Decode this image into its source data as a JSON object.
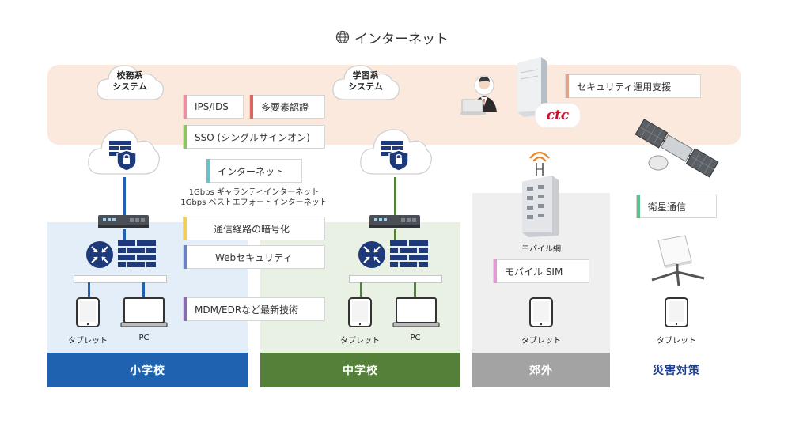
{
  "header": {
    "title": "インターネット",
    "icon": "globe-icon"
  },
  "colors": {
    "band": "#fbe9de",
    "elementary": "#1f63b0",
    "junior_high": "#55803a",
    "suburb": "#a3a3a3",
    "disaster_text": "#1e3c8c",
    "elementary_bg": "#e4eef8",
    "junior_high_bg": "#e9f0e4",
    "suburb_bg": "#efefef",
    "navy": "#1e3a7a",
    "ctc": "#c8102e"
  },
  "clouds": {
    "school_affairs": "校務系\nシステム",
    "learning": "学習系\nシステム"
  },
  "services": [
    {
      "label": "IPS/IDS",
      "color": "#ec8fa0"
    },
    {
      "label": "多要素認證",
      "color": "#e0675f"
    },
    {
      "label": "SSO (シングルサインオン)",
      "color": "#8cc464"
    },
    {
      "label": "インターネット",
      "color": "#6cc0c6"
    },
    {
      "label": "通信経路の暗号化",
      "color": "#f3cd5a"
    },
    {
      "label": "Webセキュリティ",
      "color": "#6683c2"
    },
    {
      "label": "MDM/EDRなど最新技術",
      "color": "#8a6cb0"
    }
  ],
  "internet_types": {
    "line1": "1Gbps ギャランティインターネット",
    "line2": "1Gbps ベストエフォートインターネット"
  },
  "security_ops": {
    "label": "セキュリティ運用支援",
    "color": "#e0a48a"
  },
  "ctc_logo": "ctc",
  "satellite": {
    "label": "衛星通信",
    "color": "#5fbf8a"
  },
  "mobile": {
    "network_label": "モバイル網",
    "sim_label": "モバイル SIM",
    "sim_color": "#e59ad6"
  },
  "devices": {
    "tablet": "タブレット",
    "pc": "PC"
  },
  "zones": {
    "elementary": "小学校",
    "junior_high": "中学校",
    "suburb": "郊外",
    "disaster": "災害対策"
  }
}
